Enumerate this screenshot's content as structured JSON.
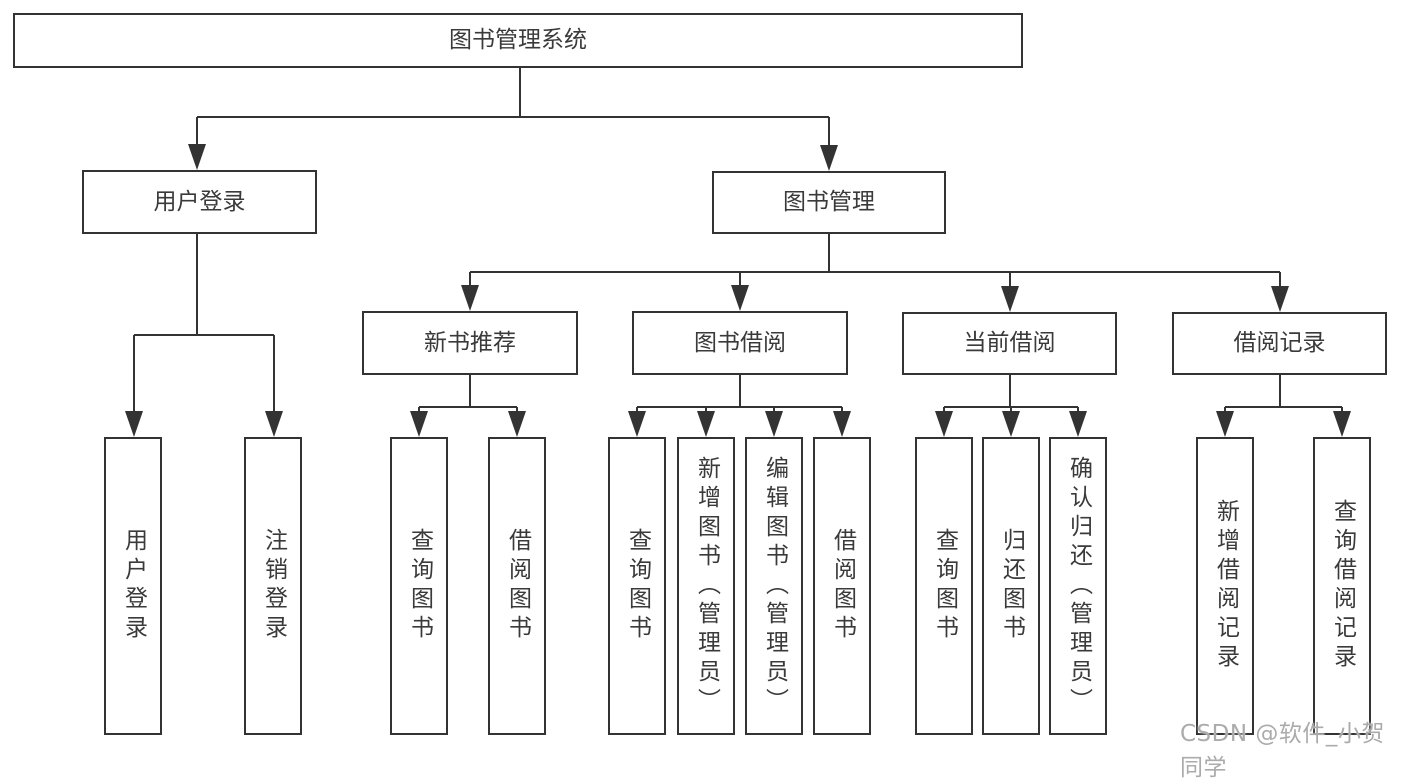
{
  "diagram": {
    "title": "图书管理系统",
    "root": {
      "label": "图书管理系统"
    },
    "branches": [
      {
        "label": "用户登录",
        "children": [
          {
            "label": "用户登录"
          },
          {
            "label": "注销登录"
          }
        ]
      },
      {
        "label": "图书管理",
        "children": [
          {
            "label": "新书推荐",
            "children": [
              {
                "label": "查询图书"
              },
              {
                "label": "借阅图书"
              }
            ]
          },
          {
            "label": "图书借阅",
            "children": [
              {
                "label": "查询图书"
              },
              {
                "label": "新增图书（管理员）"
              },
              {
                "label": "编辑图书（管理员）"
              },
              {
                "label": "借阅图书"
              }
            ]
          },
          {
            "label": "当前借阅",
            "children": [
              {
                "label": "查询图书"
              },
              {
                "label": "归还图书"
              },
              {
                "label": "确认归还（管理员）"
              }
            ]
          },
          {
            "label": "借阅记录",
            "children": [
              {
                "label": "新增借阅记录"
              },
              {
                "label": "查询借阅记录"
              }
            ]
          }
        ]
      }
    ]
  },
  "colors": {
    "border": "#333333",
    "text": "#3a3a3a",
    "line": "#333333",
    "watermark": "#ababab",
    "background": "#ffffff"
  },
  "watermark": {
    "text": "CSDN @软件_小贺同学"
  }
}
